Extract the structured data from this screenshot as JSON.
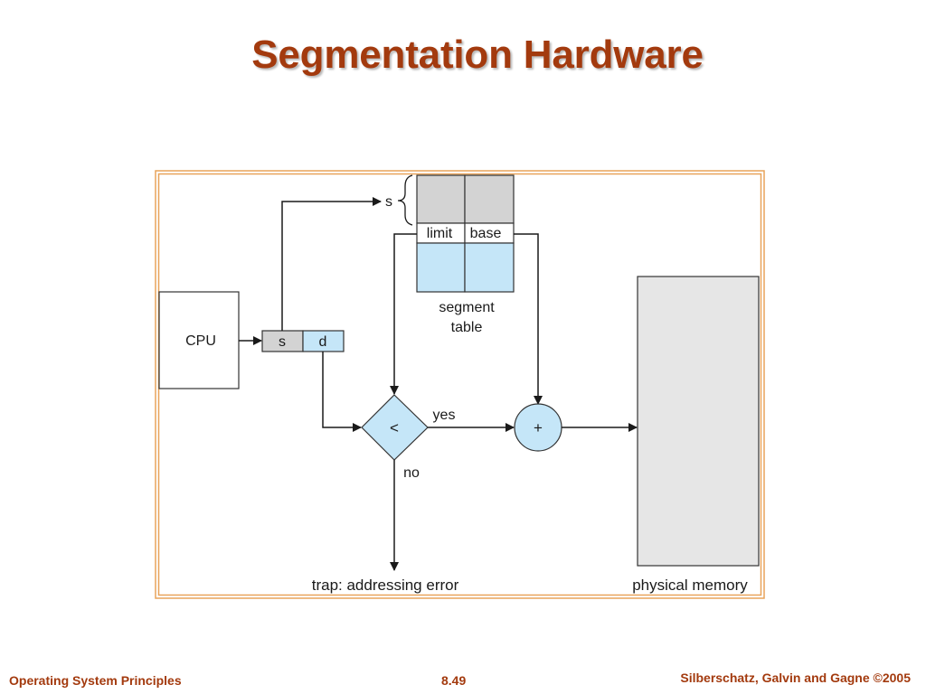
{
  "slide": {
    "title": "Segmentation Hardware"
  },
  "diagram": {
    "cpu_label": "CPU",
    "address_s": "s",
    "address_d": "d",
    "selector_s": "s",
    "table_limit": "limit",
    "table_base": "base",
    "table_caption_line1": "segment",
    "table_caption_line2": "table",
    "compare_symbol": "<",
    "yes_label": "yes",
    "no_label": "no",
    "adder_symbol": "+",
    "trap_label": "trap: addressing error",
    "memory_label": "physical memory"
  },
  "footer": {
    "left": "Operating System Principles",
    "center": "8.49",
    "right": "Silberschatz, Galvin and Gagne ©2005"
  },
  "colors": {
    "accent": "#a33a0e",
    "frame_border": "#e8a35a",
    "gray_fill": "#d3d3d3",
    "blue_fill": "#c5e6f8",
    "memory_fill": "#e6e6e6"
  }
}
